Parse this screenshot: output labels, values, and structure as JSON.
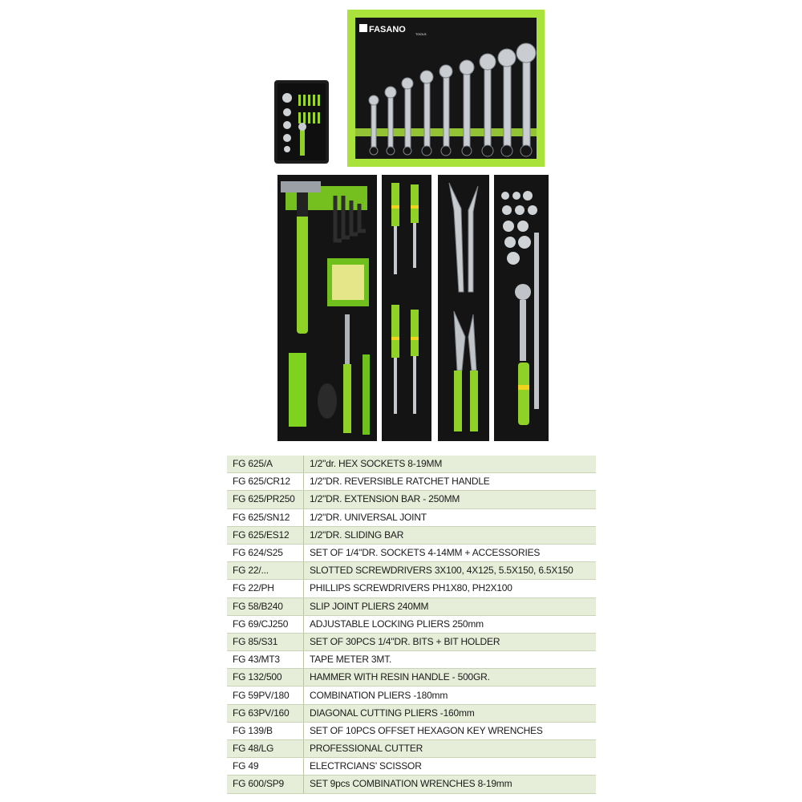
{
  "brand": {
    "logo_text": "FASANO",
    "logo_subtext": "TOOLS",
    "colors": {
      "accent_green": "#7ed321",
      "foam_black": "#141414",
      "table_stripe": "#e6eed9"
    }
  },
  "photo": {
    "items": {
      "wrench_roll": "wrench-roll-icon",
      "small_case": "socket-bit-case-icon",
      "tray_hammer": "hammer-keys-cutters-tray-icon",
      "tray_screwdrivers": "screwdrivers-tray-icon",
      "tray_pliers": "pliers-tray-icon",
      "tray_sockets": "sockets-ratchet-tray-icon"
    }
  },
  "items": [
    {
      "code": "FG 625/A",
      "description": "1/2\"dr. HEX SOCKETS 8-19MM"
    },
    {
      "code": "FG 625/CR12",
      "description": "1/2\"DR. REVERSIBLE RATCHET HANDLE"
    },
    {
      "code": "FG 625/PR250",
      "description": "1/2\"DR. EXTENSION BAR - 250MM"
    },
    {
      "code": "FG 625/SN12",
      "description": "1/2\"DR. UNIVERSAL JOINT"
    },
    {
      "code": "FG 625/ES12",
      "description": "1/2\"DR. SLIDING BAR"
    },
    {
      "code": "FG 624/S25",
      "description": "SET OF 1/4\"DR. SOCKETS 4-14MM + ACCESSORIES"
    },
    {
      "code": "FG 22/...",
      "description": "SLOTTED SCREWDRIVERS 3X100, 4X125, 5.5X150, 6.5X150"
    },
    {
      "code": "FG 22/PH",
      "description": "PHILLIPS SCREWDRIVERS PH1X80, PH2X100"
    },
    {
      "code": "FG 58/B240",
      "description": "SLIP JOINT PLIERS 240MM"
    },
    {
      "code": "FG 69/CJ250",
      "description": "ADJUSTABLE LOCKING PLIERS 250mm"
    },
    {
      "code": "FG 85/S31",
      "description": "SET OF 30PCS 1/4\"DR. BITS + BIT HOLDER"
    },
    {
      "code": "FG 43/MT3",
      "description": "TAPE METER 3MT."
    },
    {
      "code": "FG 132/500",
      "description": "HAMMER WITH RESIN HANDLE - 500GR."
    },
    {
      "code": "FG 59PV/180",
      "description": "COMBINATION PLIERS -180mm"
    },
    {
      "code": "FG 63PV/160",
      "description": "DIAGONAL CUTTING PLIERS -160mm"
    },
    {
      "code": "FG 139/B",
      "description": "SET OF 10PCS OFFSET HEXAGON KEY WRENCHES"
    },
    {
      "code": "FG 48/LG",
      "description": "PROFESSIONAL CUTTER"
    },
    {
      "code": "FG 49",
      "description": "ELECTRCIANS' SCISSOR"
    },
    {
      "code": "FG 600/SP9",
      "description": "SET 9pcs COMBINATION WRENCHES 8-19mm"
    }
  ]
}
